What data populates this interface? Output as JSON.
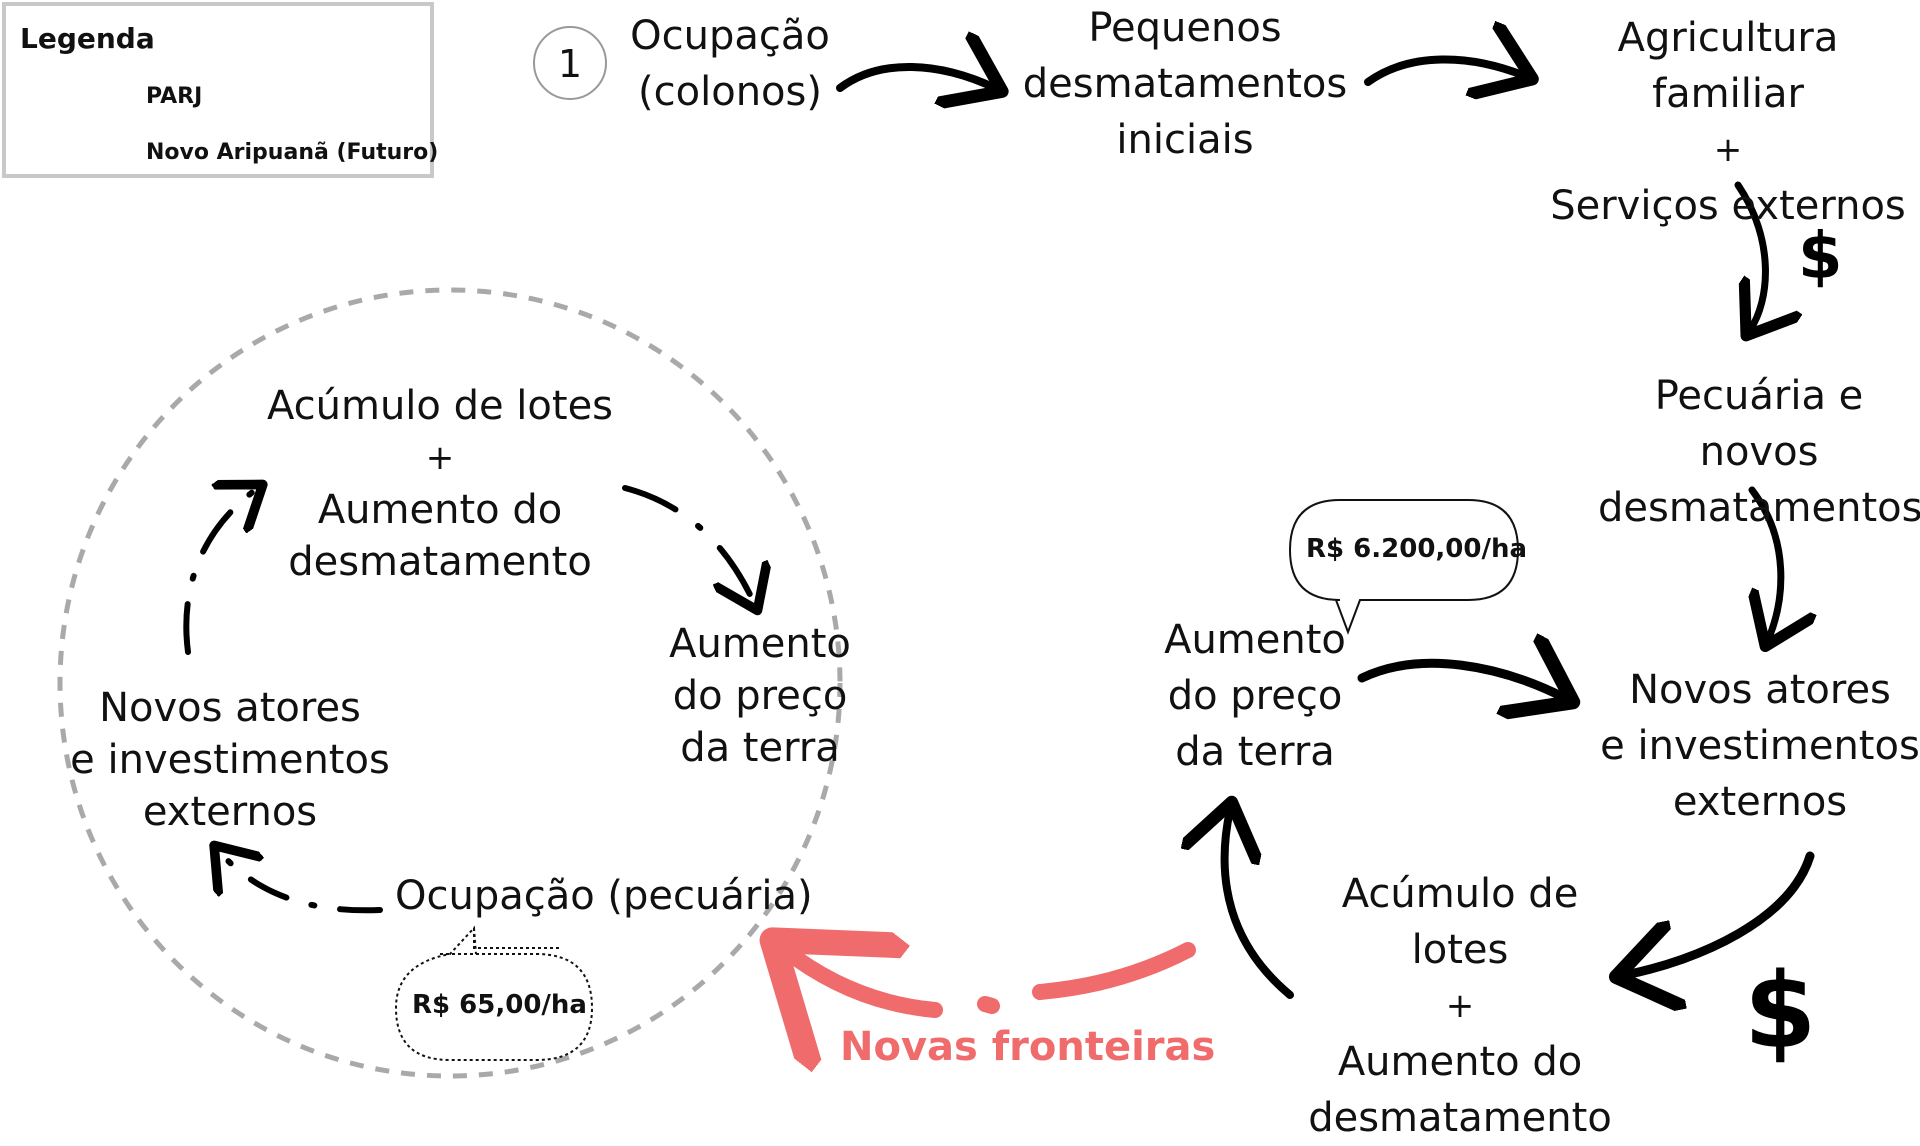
{
  "legend": {
    "title": "Legenda",
    "items": [
      {
        "label": "PARJ",
        "style": "solid"
      },
      {
        "label": "Novo Aripuanã (Futuro)",
        "style": "dash-dot"
      }
    ]
  },
  "step_marker": "1",
  "top_flow": {
    "occupation": [
      "Ocupação",
      "(colonos)"
    ],
    "small_deforestation": [
      "Pequenos",
      "desmatamentos",
      "iniciais"
    ],
    "family_farming": [
      "Agricultura familiar",
      "+",
      "Serviços externos"
    ]
  },
  "right_flow": {
    "cattle_deforestation": [
      "Pecuária e novos",
      "desmatamentos"
    ],
    "new_actors": [
      "Novos atores",
      "e investimentos",
      "externos"
    ],
    "lot_accumulation": [
      "Acúmulo de lotes",
      "+",
      "Aumento do",
      "desmatamento"
    ],
    "land_price": [
      "Aumento",
      "do preço",
      "da terra"
    ],
    "land_price_bubble": "R$ 6.200,00/ha",
    "dollar_symbol_1": "$",
    "dollar_symbol_2": "$"
  },
  "future_cycle": {
    "lot_accumulation": [
      "Acúmulo de lotes",
      "+",
      "Aumento do",
      "desmatamento"
    ],
    "land_price": [
      "Aumento",
      "do preço",
      "da terra"
    ],
    "new_actors": [
      "Novos atores",
      "e investimentos",
      "externos"
    ],
    "occupation": "Ocupação (pecuária)",
    "occupation_bubble": "R$ 65,00/ha"
  },
  "new_frontiers": "Novas fronteiras",
  "colors": {
    "arrow": "#000000",
    "circle": "#a9a9a9",
    "frontier": "#f06b6b",
    "legend_border": "#c8c8c8"
  }
}
